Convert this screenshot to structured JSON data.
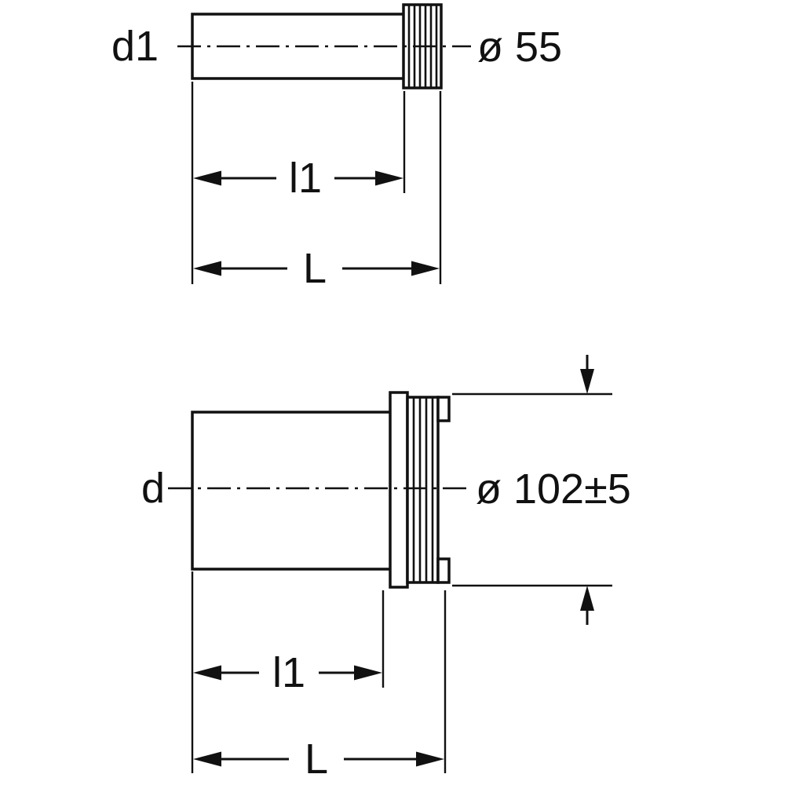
{
  "diagram": {
    "title": "pipe-connector-technical-drawing",
    "colors": {
      "line": "#111111",
      "background": "#ffffff"
    },
    "top": {
      "label_left": "d1",
      "label_right": "ø 55",
      "dim_l1": "l1",
      "dim_L": "L"
    },
    "bottom": {
      "label_left": "d",
      "label_right": "ø 102±5",
      "dim_l1": "l1",
      "dim_L": "L"
    }
  }
}
